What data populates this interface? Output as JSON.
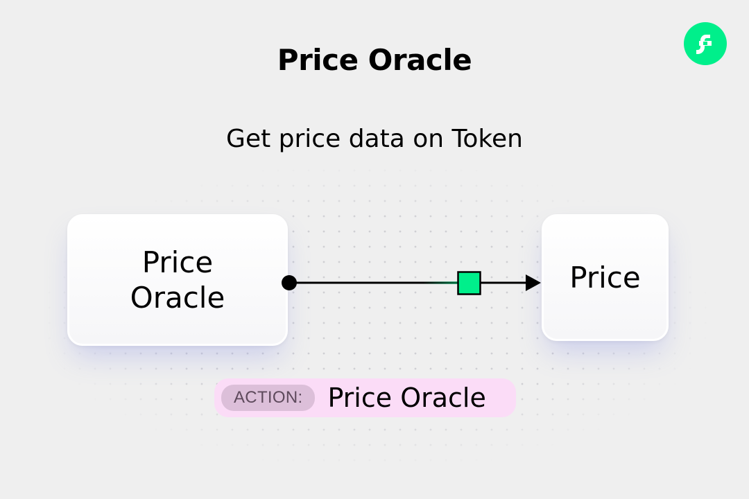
{
  "header": {
    "title": "Price Oracle",
    "subtitle": "Get price data on Token"
  },
  "logo": {
    "icon": "flow-logo-icon",
    "color": "#00ef8b"
  },
  "diagram": {
    "source_node": {
      "lines": [
        "Price",
        "Oracle"
      ]
    },
    "target_node": {
      "label": "Price"
    },
    "connector": {
      "marker_color": "#00ef8b",
      "marker_icon": "square-marker-icon",
      "arrow_icon": "arrow-head-icon"
    }
  },
  "action": {
    "tag": "ACTION:",
    "name": "Price Oracle",
    "colors": {
      "pill_bg": "#fbdcf7",
      "tag_bg": "#dcbfd9"
    }
  }
}
